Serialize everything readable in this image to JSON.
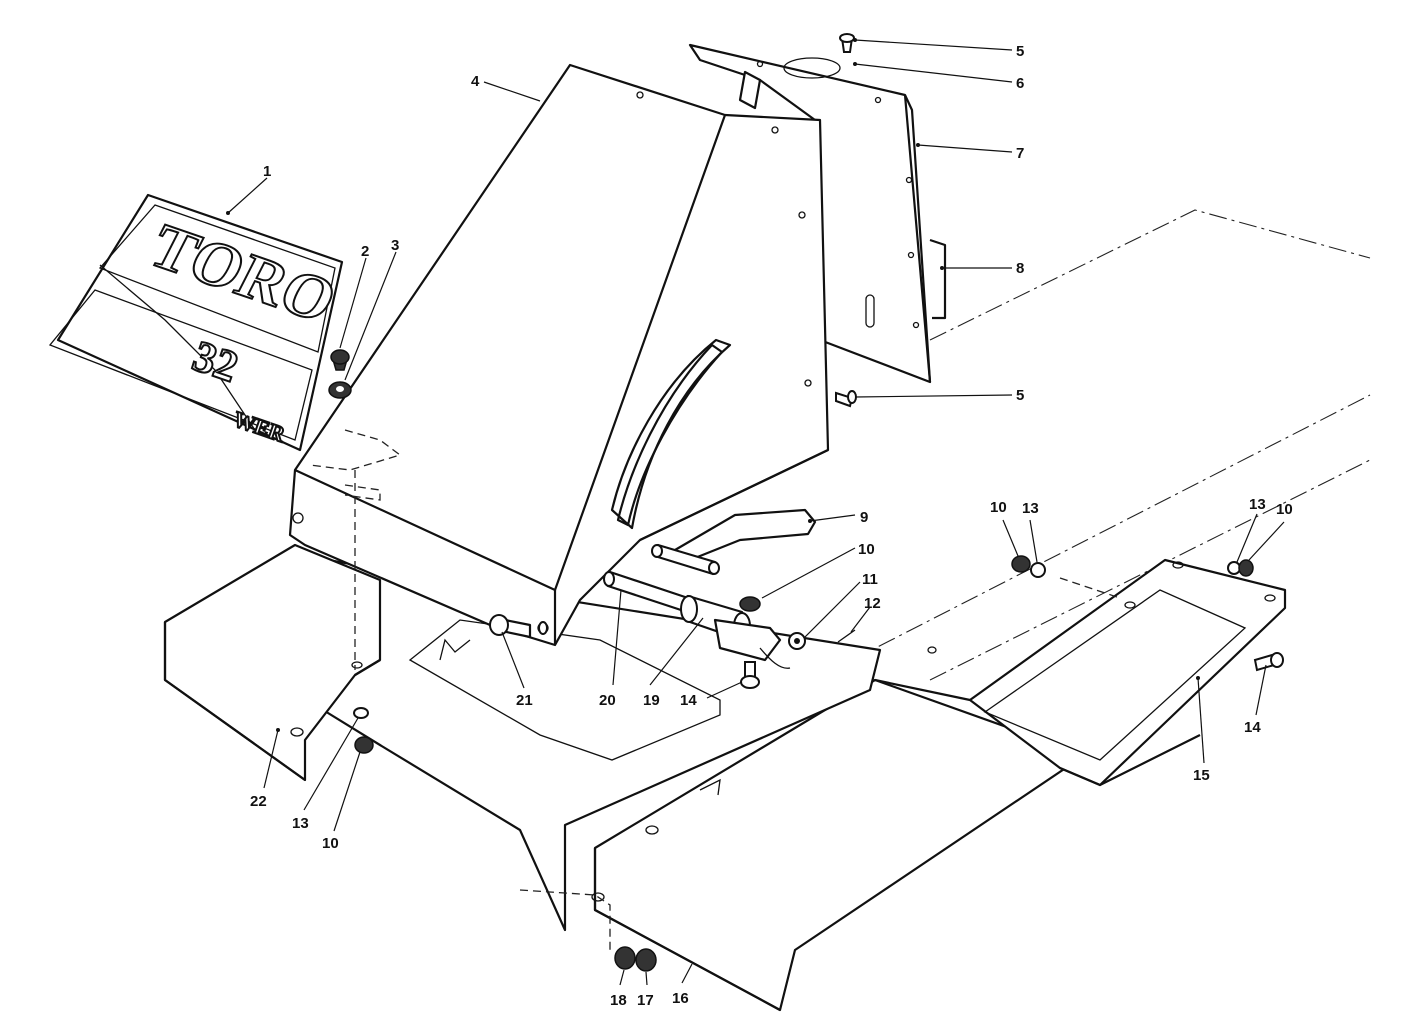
{
  "decal": {
    "brand_text": "TORO",
    "model_text": "32",
    "suffix_text": "WER"
  },
  "callouts": [
    {
      "id": "c1",
      "label": "1"
    },
    {
      "id": "c2",
      "label": "2"
    },
    {
      "id": "c3",
      "label": "3"
    },
    {
      "id": "c4",
      "label": "4"
    },
    {
      "id": "c5a",
      "label": "5"
    },
    {
      "id": "c6",
      "label": "6"
    },
    {
      "id": "c7",
      "label": "7"
    },
    {
      "id": "c8",
      "label": "8"
    },
    {
      "id": "c5b",
      "label": "5"
    },
    {
      "id": "c9",
      "label": "9"
    },
    {
      "id": "c10a",
      "label": "10"
    },
    {
      "id": "c11",
      "label": "11"
    },
    {
      "id": "c12",
      "label": "12"
    },
    {
      "id": "c21",
      "label": "21"
    },
    {
      "id": "c20",
      "label": "20"
    },
    {
      "id": "c19",
      "label": "19"
    },
    {
      "id": "c14a",
      "label": "14"
    },
    {
      "id": "c22",
      "label": "22"
    },
    {
      "id": "c13a",
      "label": "13"
    },
    {
      "id": "c10b",
      "label": "10"
    },
    {
      "id": "c10c",
      "label": "10"
    },
    {
      "id": "c13b",
      "label": "13"
    },
    {
      "id": "c13c",
      "label": "13"
    },
    {
      "id": "c10d",
      "label": "10"
    },
    {
      "id": "c14b",
      "label": "14"
    },
    {
      "id": "c15",
      "label": "15"
    },
    {
      "id": "c18",
      "label": "18"
    },
    {
      "id": "c17",
      "label": "17"
    },
    {
      "id": "c16",
      "label": "16"
    }
  ]
}
